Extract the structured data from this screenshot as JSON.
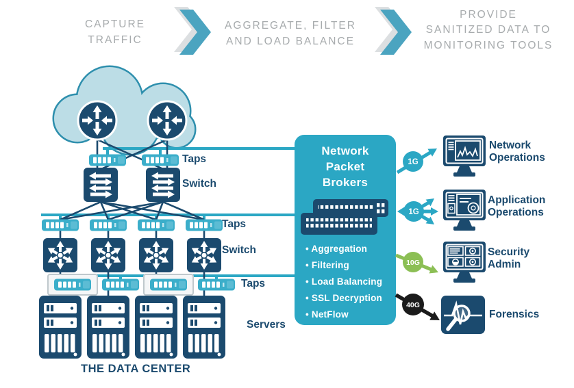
{
  "header": {
    "steps": [
      {
        "label": "CAPTURE\nTRAFFIC"
      },
      {
        "label": "AGGREGATE, FILTER\nAND LOAD BALANCE"
      },
      {
        "label": "PROVIDE\nSANITIZED DATA TO\nMONITORING TOOLS"
      }
    ]
  },
  "diagram": {
    "labels": {
      "taps_top": "Taps",
      "switch_top": "Switch",
      "taps_mid": "Taps",
      "switch_mid": "Switch",
      "taps_bottom": "Taps",
      "servers": "Servers"
    },
    "title": "THE DATA CENTER"
  },
  "npb": {
    "title": "Network\nPacket\nBrokers",
    "features": [
      "Aggregation",
      "Filtering",
      "Load Balancing",
      "SSL Decryption",
      "NetFlow"
    ]
  },
  "outputs": [
    {
      "speed": "1G",
      "label": "Network\nOperations"
    },
    {
      "speed": "1G",
      "label": "Application\nOperations"
    },
    {
      "speed": "10G",
      "label": "Security\nAdmin"
    },
    {
      "speed": "40G",
      "label": "Forensics"
    }
  ],
  "colors": {
    "teal": "#2BA7C4",
    "tap_teal": "#3BAECA",
    "navy": "#1B4A6E",
    "green": "#8CBF55",
    "black": "#1B1B1B",
    "header_gray": "#A7ABAD",
    "cloud_fill": "#BCDDE6",
    "cloud_stroke": "#2E8FAD"
  }
}
